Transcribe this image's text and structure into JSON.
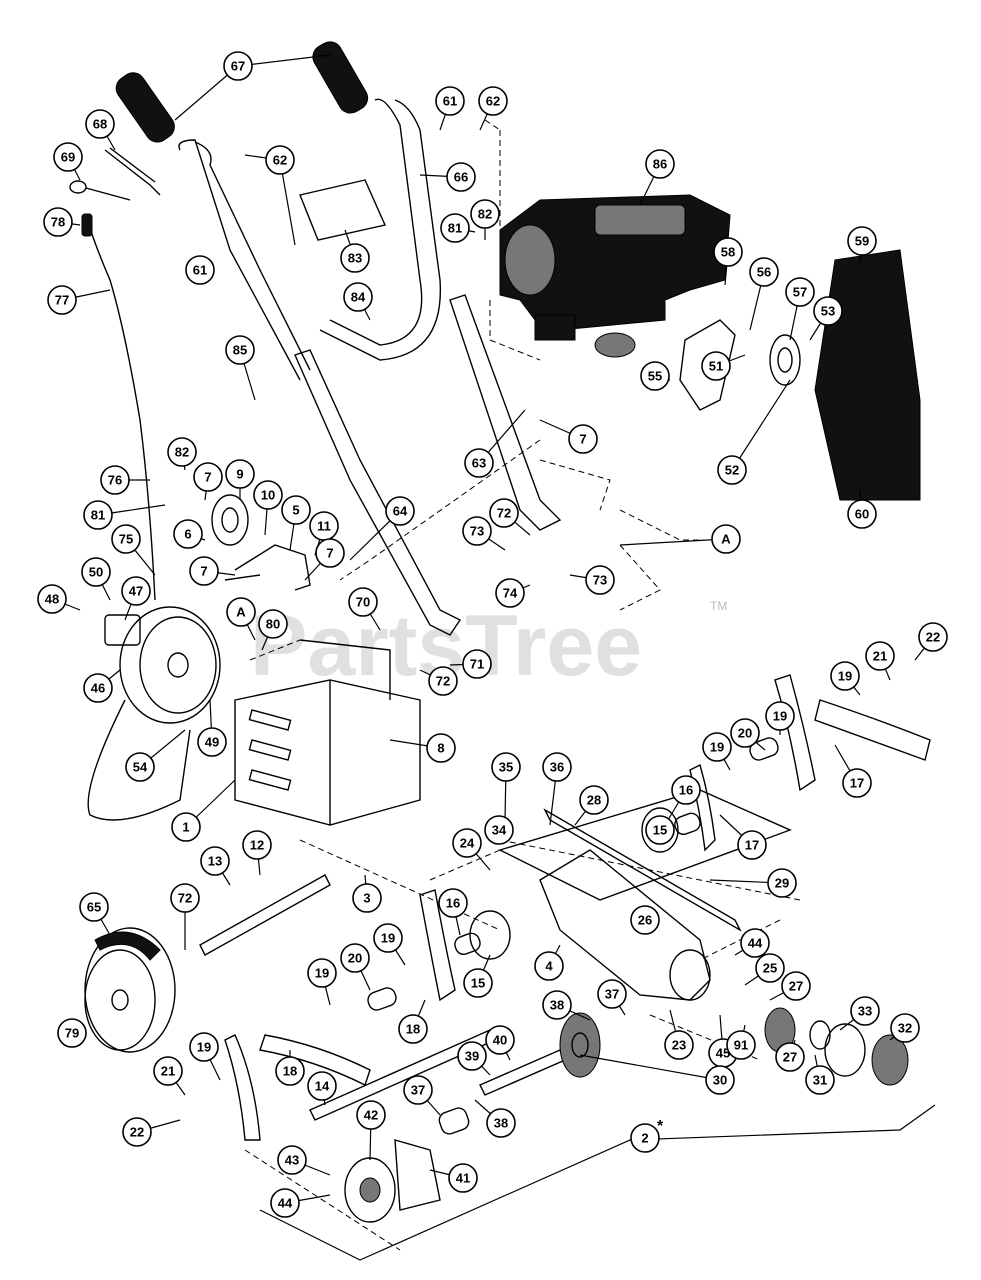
{
  "watermark": {
    "text": "PartsTree",
    "tm": "TM"
  },
  "callouts": [
    {
      "label": "67"
    },
    {
      "label": "61"
    },
    {
      "label": "62"
    },
    {
      "label": "68"
    },
    {
      "label": "69"
    },
    {
      "label": "62"
    },
    {
      "label": "66"
    },
    {
      "label": "86"
    },
    {
      "label": "78"
    },
    {
      "label": "82"
    },
    {
      "label": "81"
    },
    {
      "label": "83"
    },
    {
      "label": "77"
    },
    {
      "label": "61"
    },
    {
      "label": "84"
    },
    {
      "label": "58"
    },
    {
      "label": "59"
    },
    {
      "label": "56"
    },
    {
      "label": "57"
    },
    {
      "label": "53"
    },
    {
      "label": "85"
    },
    {
      "label": "55"
    },
    {
      "label": "51"
    },
    {
      "label": "7"
    },
    {
      "label": "52"
    },
    {
      "label": "60"
    },
    {
      "label": "63"
    },
    {
      "label": "76"
    },
    {
      "label": "82"
    },
    {
      "label": "7"
    },
    {
      "label": "9"
    },
    {
      "label": "10"
    },
    {
      "label": "5"
    },
    {
      "label": "81"
    },
    {
      "label": "6"
    },
    {
      "label": "11"
    },
    {
      "label": "64"
    },
    {
      "label": "72"
    },
    {
      "label": "73"
    },
    {
      "label": "A"
    },
    {
      "label": "75"
    },
    {
      "label": "7"
    },
    {
      "label": "7"
    },
    {
      "label": "74"
    },
    {
      "label": "73"
    },
    {
      "label": "50"
    },
    {
      "label": "48"
    },
    {
      "label": "47"
    },
    {
      "label": "70"
    },
    {
      "label": "A"
    },
    {
      "label": "80"
    },
    {
      "label": "22"
    },
    {
      "label": "71"
    },
    {
      "label": "21"
    },
    {
      "label": "72"
    },
    {
      "label": "19"
    },
    {
      "label": "46"
    },
    {
      "label": "20"
    },
    {
      "label": "19"
    },
    {
      "label": "49"
    },
    {
      "label": "19"
    },
    {
      "label": "8"
    },
    {
      "label": "17"
    },
    {
      "label": "35"
    },
    {
      "label": "36"
    },
    {
      "label": "54"
    },
    {
      "label": "28"
    },
    {
      "label": "16"
    },
    {
      "label": "15"
    },
    {
      "label": "34"
    },
    {
      "label": "17"
    },
    {
      "label": "1"
    },
    {
      "label": "12"
    },
    {
      "label": "24"
    },
    {
      "label": "13"
    },
    {
      "label": "29"
    },
    {
      "label": "3"
    },
    {
      "label": "65"
    },
    {
      "label": "72"
    },
    {
      "label": "16"
    },
    {
      "label": "26"
    },
    {
      "label": "19"
    },
    {
      "label": "20"
    },
    {
      "label": "44"
    },
    {
      "label": "4"
    },
    {
      "label": "15"
    },
    {
      "label": "25"
    },
    {
      "label": "19"
    },
    {
      "label": "27"
    },
    {
      "label": "18"
    },
    {
      "label": "38"
    },
    {
      "label": "37"
    },
    {
      "label": "33"
    },
    {
      "label": "32"
    },
    {
      "label": "79"
    },
    {
      "label": "45"
    },
    {
      "label": "91"
    },
    {
      "label": "23"
    },
    {
      "label": "40"
    },
    {
      "label": "27"
    },
    {
      "label": "31"
    },
    {
      "label": "19"
    },
    {
      "label": "18"
    },
    {
      "label": "39"
    },
    {
      "label": "21"
    },
    {
      "label": "14"
    },
    {
      "label": "30"
    },
    {
      "label": "37"
    },
    {
      "label": "42"
    },
    {
      "label": "22"
    },
    {
      "label": "38"
    },
    {
      "label": "2"
    },
    {
      "label": "43"
    },
    {
      "label": "41"
    },
    {
      "label": "44"
    }
  ],
  "asterisk": "*"
}
